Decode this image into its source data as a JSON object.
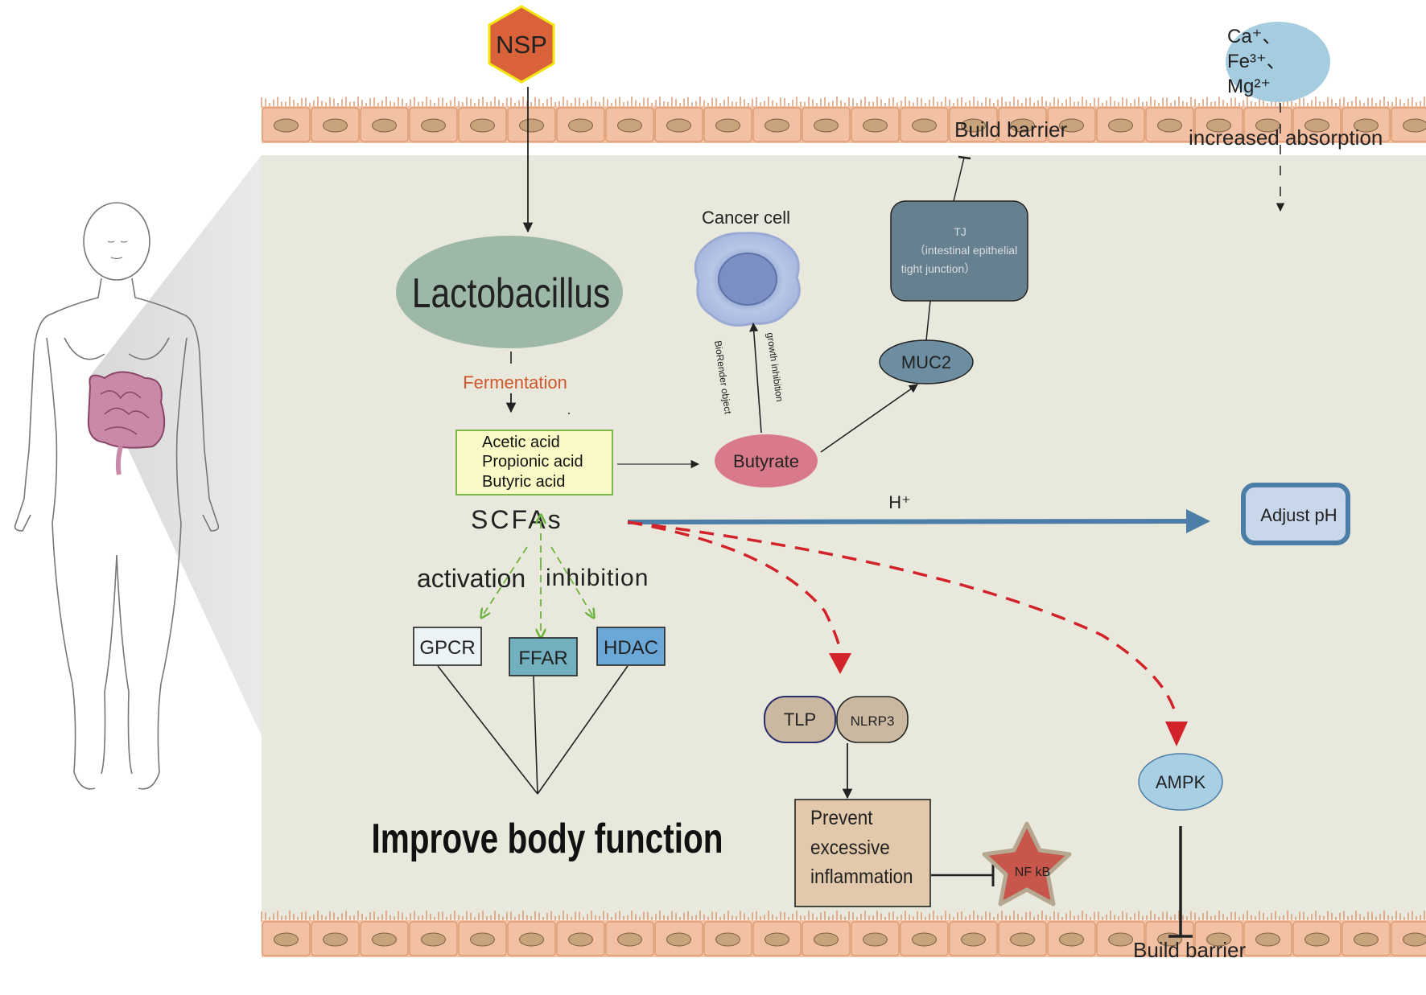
{
  "colors": {
    "background": "#e9e8dc",
    "epithelium": "#f2c1a3",
    "epithelium_edge": "#d9946d",
    "nucleus": "#c8a37c",
    "nsp_fill": "#d9623b",
    "nsp_stroke": "#f2e60f",
    "lacto_fill": "#9db8a6",
    "scfa_box_fill": "#fafac6",
    "scfa_box_stroke": "#7ab648",
    "butyrate_fill": "#d97a8a",
    "muc2_fill": "#6d8ea0",
    "tj_fill": "#67808f",
    "ion_fill": "#a6cce0",
    "ph_fill": "#c8d8ea",
    "ph_stroke": "#4a7ea6",
    "arrow_blue": "#4d7ea7",
    "green_dash": "#6db33f",
    "red_dash": "#d3232a",
    "ampk_fill": "#a9cfe4",
    "tlp_fill": "#cbb8a0",
    "nlrp3_fill": "#cbb8a0",
    "prevent_fill": "#e3c9ac",
    "star_fill": "#c8564a",
    "gpcr_fill": "#ecf3f4",
    "ffar_fill": "#72afbf",
    "hdac_fill": "#6aa8d8"
  },
  "labels": {
    "nsp": "NSP",
    "lactobacillus": "Lactobacillus",
    "fermentation": "Fermentation",
    "acids": [
      "Acetic acid",
      "Propionic acid",
      "Butyric acid"
    ],
    "scfas": "SCFAs",
    "activation": "activation",
    "inhibition": "inhibition",
    "gpcr": "GPCR",
    "ffar": "FFAR",
    "hdac": "HDAC",
    "improve": "Improve body function",
    "butyrate": "Butyrate",
    "cancer_cell": "Cancer cell",
    "biorender": "BioRender object",
    "growth_inhibition": "growth inhibition",
    "muc2": "MUC2",
    "tj_lines": [
      "TJ",
      "（intestinal epithelial",
      "tight junction）"
    ],
    "build_barrier_top": "Build barrier",
    "build_barrier_bottom": "Build barrier",
    "ion_ca": "Ca⁺、",
    "ion_fe": "Fe³⁺、",
    "ion_mg": "Mg²⁺",
    "increased_absorption": "increased absorption",
    "h_plus": "H⁺",
    "adjust_ph": "Adjust pH",
    "tlp": "TLP",
    "nlrp3": "NLRP3",
    "prevent_lines": [
      "Prevent",
      "excessive",
      "inflammation"
    ],
    "nfkb": "NF kB",
    "ampk": "AMPK"
  }
}
